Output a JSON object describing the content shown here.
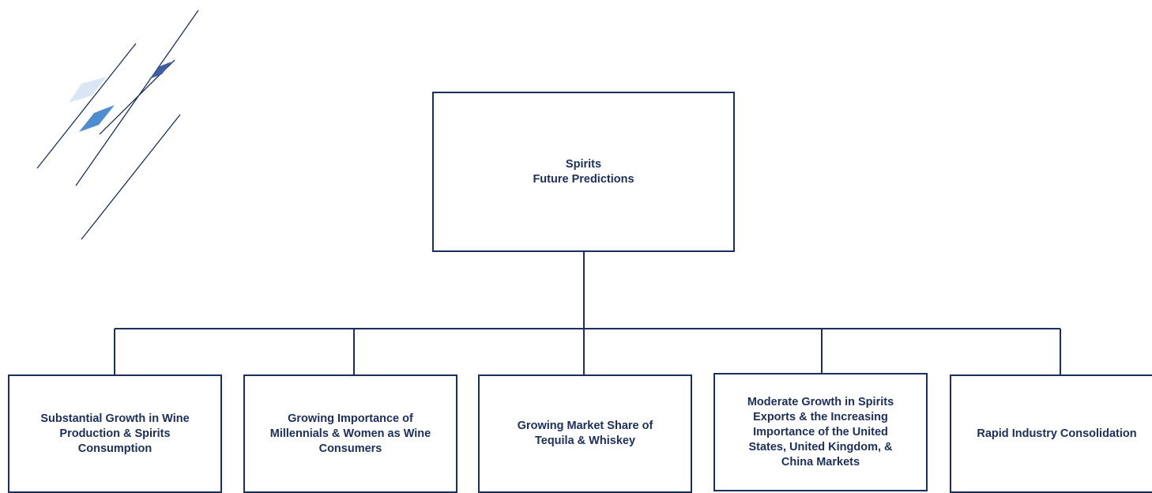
{
  "colors": {
    "line": "#1b2f5a",
    "text": "#1b2f5a",
    "logo_light": "#dbe6f5",
    "logo_mid": "#4e8ed0",
    "logo_dark": "#3f5fa5"
  },
  "root": {
    "label": "Spirits\nFuture Predictions"
  },
  "children": [
    {
      "label": "Substantial Growth in Wine\nProduction & Spirits\nConsumption"
    },
    {
      "label": "Growing Importance of\nMillennials & Women as Wine\nConsumers"
    },
    {
      "label": "Growing Market Share of\nTequila & Whiskey"
    },
    {
      "label": "Moderate Growth in Spirits\nExports & the Increasing\nImportance of the United\nStates, United Kingdom, &\nChina Markets"
    },
    {
      "label": "Rapid Industry Consolidation"
    }
  ]
}
